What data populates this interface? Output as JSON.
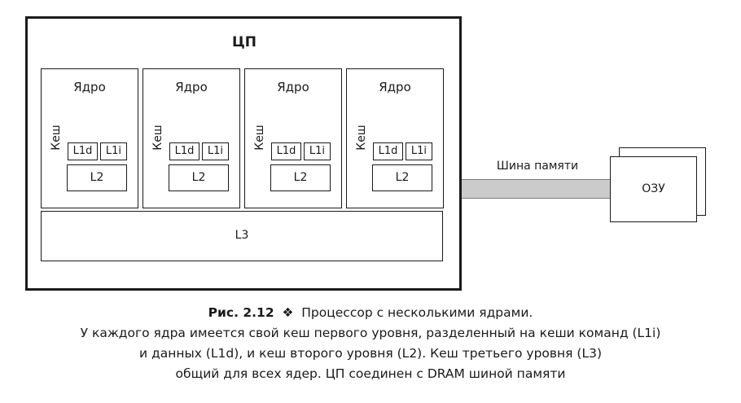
{
  "diagram": {
    "cpu_title": "ЦП",
    "cores": [
      {
        "label": "Ядро",
        "cache_label": "Кеш",
        "l1d": "L1d",
        "l1i": "L1i",
        "l2": "L2"
      },
      {
        "label": "Ядро",
        "cache_label": "Кеш",
        "l1d": "L1d",
        "l1i": "L1i",
        "l2": "L2"
      },
      {
        "label": "Ядро",
        "cache_label": "Кеш",
        "l1d": "L1d",
        "l1i": "L1i",
        "l2": "L2"
      },
      {
        "label": "Ядро",
        "cache_label": "Кеш",
        "l1d": "L1d",
        "l1i": "L1i",
        "l2": "L2"
      }
    ],
    "l3": "L3",
    "bus_label": "Шина памяти",
    "ram_label": "ОЗУ"
  },
  "caption": {
    "fig_num": "Рис. 2.12",
    "symbol": "❖",
    "title": "Процессор с несколькими ядрами.",
    "line2": "У каждого ядра имеется свой кеш первого уровня, разделенный на кеши команд (L1i)",
    "line3": "и данных (L1d), и кеш второго уровня (L2). Кеш третьего уровня (L3)",
    "line4": "общий для всех ядер. ЦП соединен с DRAM шиной памяти"
  }
}
